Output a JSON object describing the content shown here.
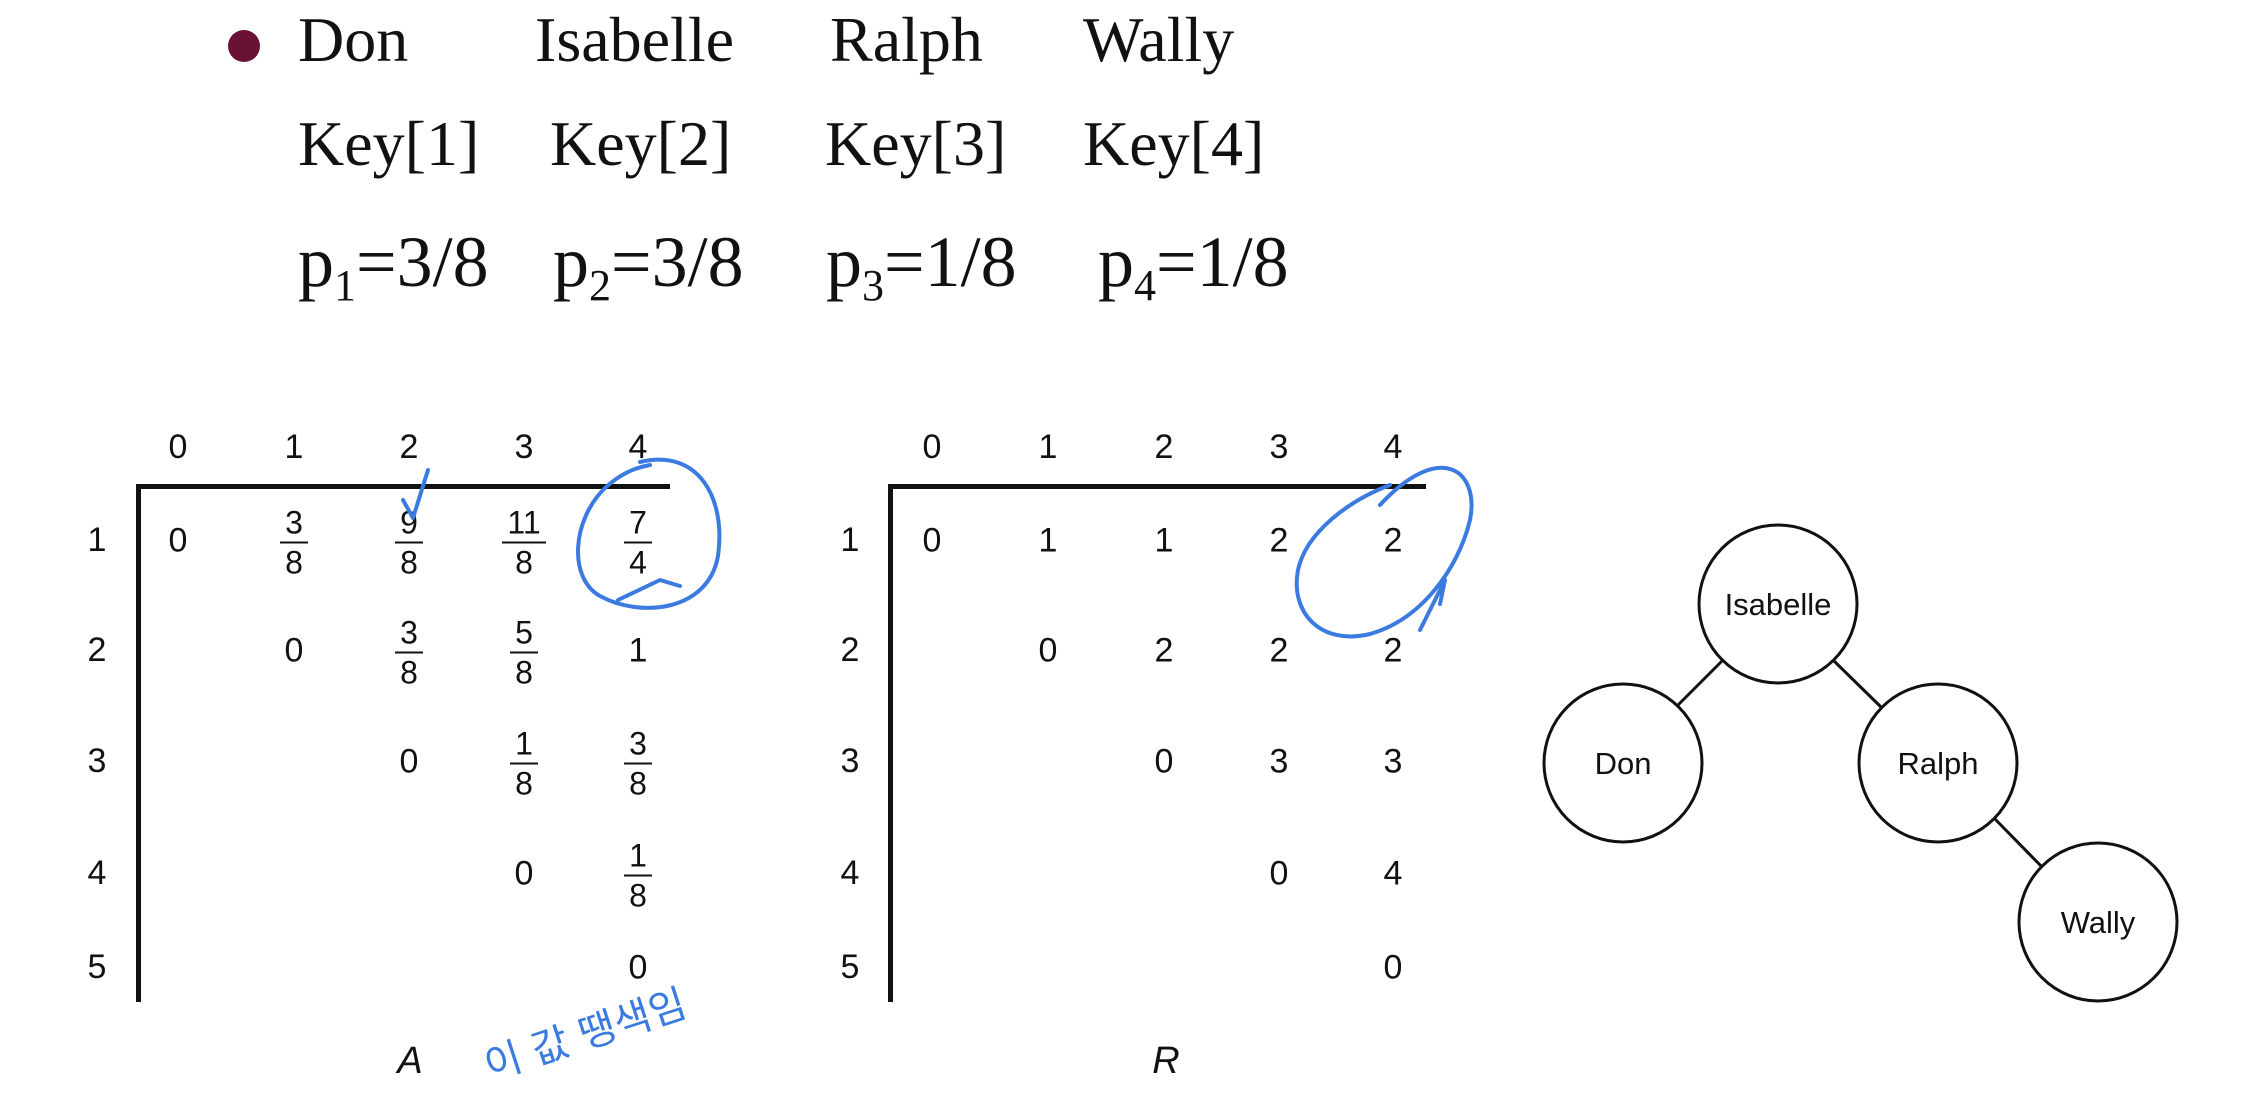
{
  "header": {
    "names": [
      "Don",
      "Isabelle",
      "Ralph",
      "Wally"
    ],
    "keys": [
      "Key[1]",
      "Key[2]",
      "Key[3]",
      "Key[4]"
    ],
    "probabilities": [
      {
        "var": "p",
        "sub": "1",
        "value": "=3/8"
      },
      {
        "var": "p",
        "sub": "2",
        "value": "=3/8"
      },
      {
        "var": "p",
        "sub": "3",
        "value": "=1/8"
      },
      {
        "var": "p",
        "sub": "4",
        "value": "=1/8"
      }
    ]
  },
  "table_a": {
    "caption": "A",
    "col_headers": [
      "0",
      "1",
      "2",
      "3",
      "4"
    ],
    "row_headers": [
      "1",
      "2",
      "3",
      "4",
      "5"
    ],
    "cells": [
      [
        {
          "t": "0"
        },
        {
          "n": "3",
          "d": "8"
        },
        {
          "n": "9",
          "d": "8"
        },
        {
          "n": "11",
          "d": "8"
        },
        {
          "n": "7",
          "d": "4"
        }
      ],
      [
        null,
        {
          "t": "0"
        },
        {
          "n": "3",
          "d": "8"
        },
        {
          "n": "5",
          "d": "8"
        },
        {
          "t": "1"
        }
      ],
      [
        null,
        null,
        {
          "t": "0"
        },
        {
          "n": "1",
          "d": "8"
        },
        {
          "n": "3",
          "d": "8"
        }
      ],
      [
        null,
        null,
        null,
        {
          "t": "0"
        },
        {
          "n": "1",
          "d": "8"
        }
      ],
      [
        null,
        null,
        null,
        null,
        {
          "t": "0"
        }
      ]
    ]
  },
  "table_r": {
    "caption": "R",
    "col_headers": [
      "0",
      "1",
      "2",
      "3",
      "4"
    ],
    "row_headers": [
      "1",
      "2",
      "3",
      "4",
      "5"
    ],
    "cells": [
      [
        {
          "t": "0"
        },
        {
          "t": "1"
        },
        {
          "t": "1"
        },
        {
          "t": "2"
        },
        {
          "t": "2"
        }
      ],
      [
        null,
        {
          "t": "0"
        },
        {
          "t": "2"
        },
        {
          "t": "2"
        },
        {
          "t": "2"
        }
      ],
      [
        null,
        null,
        {
          "t": "0"
        },
        {
          "t": "3"
        },
        {
          "t": "3"
        }
      ],
      [
        null,
        null,
        null,
        {
          "t": "0"
        },
        {
          "t": "4"
        }
      ],
      [
        null,
        null,
        null,
        null,
        {
          "t": "0"
        }
      ]
    ]
  },
  "tree": {
    "nodes": [
      {
        "id": "isabelle",
        "label": "Isabelle"
      },
      {
        "id": "don",
        "label": "Don"
      },
      {
        "id": "ralph",
        "label": "Ralph"
      },
      {
        "id": "wally",
        "label": "Wally"
      }
    ],
    "edges": [
      [
        "isabelle",
        "don"
      ],
      [
        "isabelle",
        "ralph"
      ],
      [
        "ralph",
        "wally"
      ]
    ]
  },
  "annotations": {
    "handwritten_note": "이 값 땡색임",
    "ink_color": "#3b7be0"
  },
  "colors": {
    "bullet": "#6a1236",
    "text": "#111111"
  }
}
